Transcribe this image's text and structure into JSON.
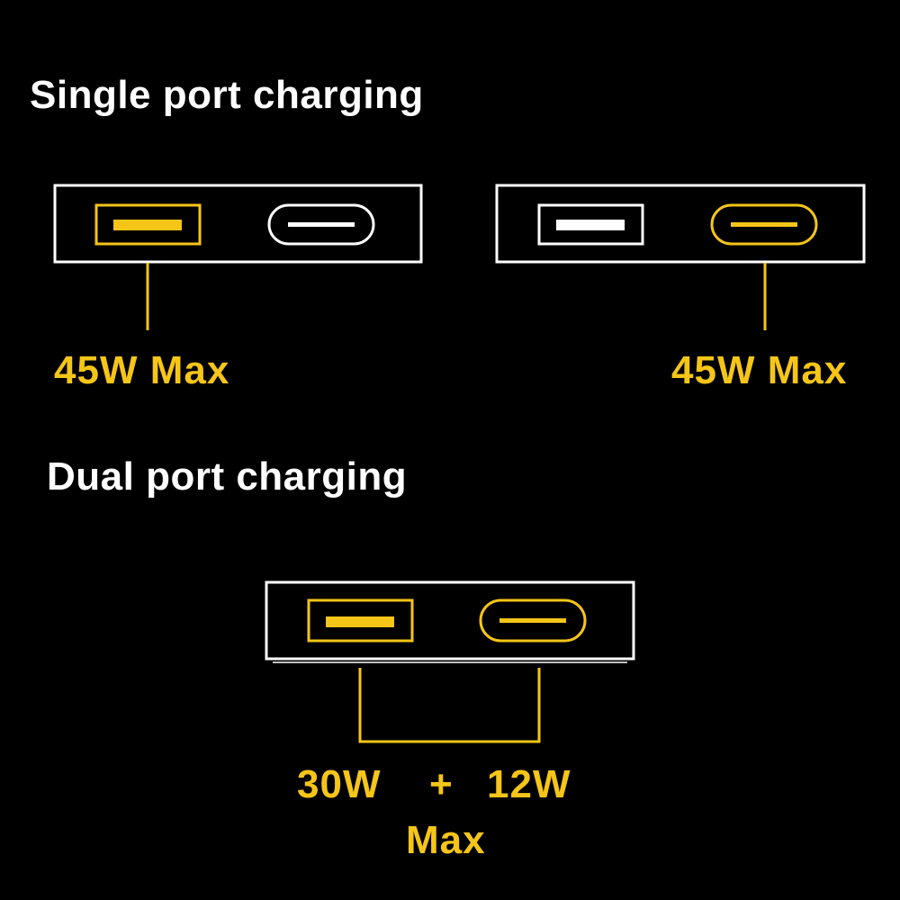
{
  "colors": {
    "background": "#000000",
    "outline": "#ffffff",
    "active": "#f5c518"
  },
  "single": {
    "heading": "Single port charging",
    "left_label": "45W Max",
    "right_label": "45W Max"
  },
  "dual": {
    "heading": "Dual port charging",
    "usb_a_label": "30W",
    "plus": "+",
    "usb_c_label": "12W",
    "max": "Max"
  },
  "icons": [
    "usb-a-port-icon",
    "usb-c-port-icon"
  ]
}
